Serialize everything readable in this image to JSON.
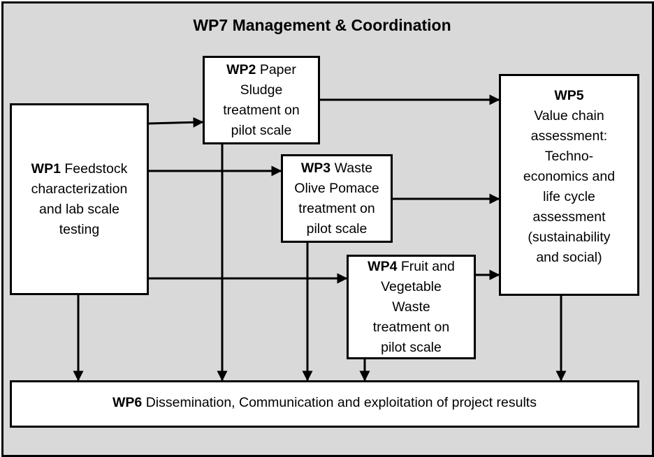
{
  "title": "WP7 Management & Coordination",
  "wp1": {
    "code": "WP1",
    "lines": [
      "Feedstock",
      "characterization",
      "and lab scale",
      "testing"
    ]
  },
  "wp2": {
    "code": "WP2",
    "lines": [
      "Paper",
      "Sludge",
      "treatment on",
      "pilot scale"
    ]
  },
  "wp3": {
    "code": "WP3",
    "lines": [
      "Waste",
      "Olive Pomace",
      "treatment on",
      "pilot scale"
    ]
  },
  "wp4": {
    "code": "WP4",
    "lines": [
      "Fruit and",
      "Vegetable",
      "Waste",
      "treatment on",
      "pilot scale"
    ]
  },
  "wp5": {
    "code": "WP5",
    "lines": [
      "Value chain",
      "assessment:",
      "Techno-",
      "economics and",
      "life cycle",
      "assessment",
      "(sustainability",
      "and social)"
    ]
  },
  "wp6": {
    "code": "WP6",
    "text": "Dissemination, Communication and exploitation of project results"
  },
  "colors": {
    "background": "#d9d9d9",
    "box": "#ffffff",
    "line": "#000000"
  }
}
